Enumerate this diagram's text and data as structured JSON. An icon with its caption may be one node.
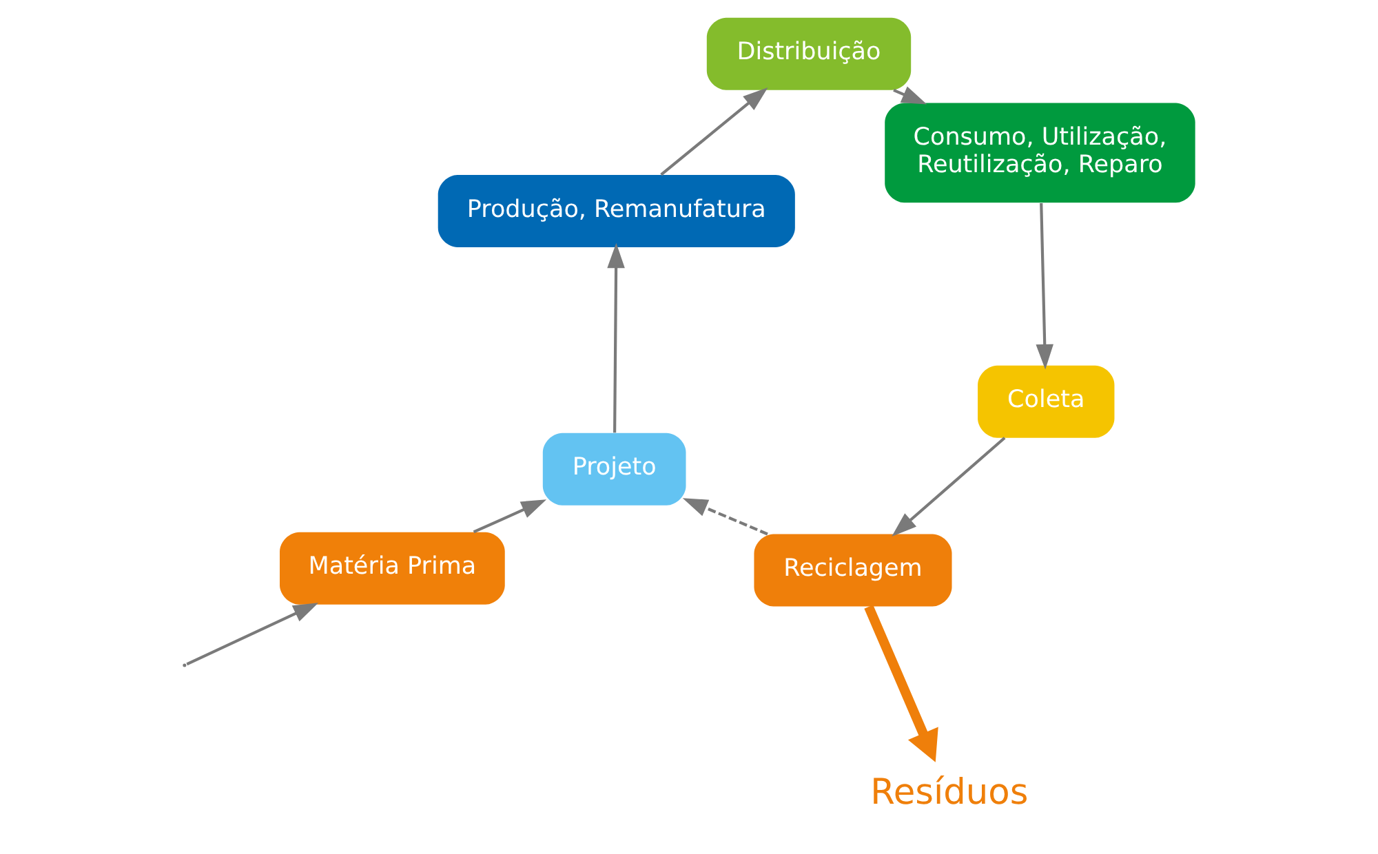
{
  "diagram": {
    "nodes": [
      {
        "text": [
          "Matéria Prima"
        ]
      },
      {
        "text": [
          "Projeto"
        ]
      },
      {
        "text": [
          "Produção, Remanufatura"
        ]
      },
      {
        "text": [
          "Distribuição"
        ]
      },
      {
        "text": [
          "Consumo, Utilização, Reutilização, Reparo"
        ]
      },
      {
        "text": [
          "Coleta"
        ]
      },
      {
        "text": [
          "Reciclagem"
        ]
      },
      {
        "text": [
          "Resíduos"
        ]
      }
    ],
    "edges": [
      {
        "from": null,
        "to": 0,
        "arrow": "to"
      },
      {
        "from": 0,
        "to": 1,
        "arrow": "to"
      },
      {
        "from": 1,
        "to": 2,
        "arrow": "to"
      },
      {
        "from": 2,
        "to": 3,
        "arrow": "to"
      },
      {
        "from": 3,
        "to": 4,
        "arrow": "to"
      },
      {
        "from": 4,
        "to": 5,
        "arrow": "to"
      },
      {
        "from": 5,
        "to": 6,
        "arrow": "to"
      },
      {
        "from": 6,
        "to": 1,
        "arrow": "to",
        "style": "dashed"
      },
      {
        "from": 6,
        "to": 7,
        "arrow": "to",
        "style": "thick",
        "color": "#ef7f0a"
      }
    ]
  }
}
